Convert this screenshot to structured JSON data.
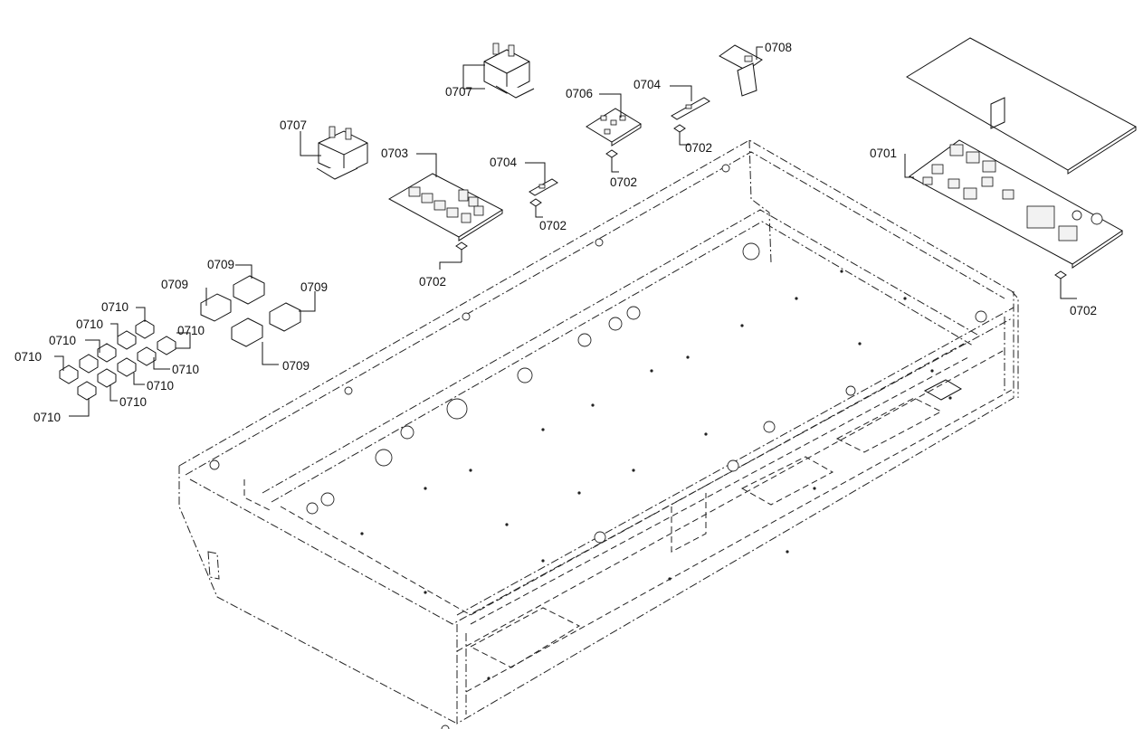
{
  "diagram": {
    "callouts": [
      {
        "id": "c-0707-a",
        "text": "0707"
      },
      {
        "id": "c-0707-b",
        "text": "0707"
      },
      {
        "id": "c-0708",
        "text": "0708"
      },
      {
        "id": "c-0706",
        "text": "0706"
      },
      {
        "id": "c-0704-a",
        "text": "0704"
      },
      {
        "id": "c-0704-b",
        "text": "0704"
      },
      {
        "id": "c-0703",
        "text": "0703"
      },
      {
        "id": "c-0701",
        "text": "0701"
      },
      {
        "id": "c-0702-a",
        "text": "0702"
      },
      {
        "id": "c-0702-b",
        "text": "0702"
      },
      {
        "id": "c-0702-c",
        "text": "0702"
      },
      {
        "id": "c-0702-d",
        "text": "0702"
      },
      {
        "id": "c-0702-e",
        "text": "0702"
      },
      {
        "id": "c-0709-a",
        "text": "0709"
      },
      {
        "id": "c-0709-b",
        "text": "0709"
      },
      {
        "id": "c-0709-c",
        "text": "0709"
      },
      {
        "id": "c-0709-d",
        "text": "0709"
      },
      {
        "id": "c-0710-a",
        "text": "0710"
      },
      {
        "id": "c-0710-b",
        "text": "0710"
      },
      {
        "id": "c-0710-c",
        "text": "0710"
      },
      {
        "id": "c-0710-d",
        "text": "0710"
      },
      {
        "id": "c-0710-e",
        "text": "0710"
      },
      {
        "id": "c-0710-f",
        "text": "0710"
      },
      {
        "id": "c-0710-g",
        "text": "0710"
      },
      {
        "id": "c-0710-h",
        "text": "0710"
      },
      {
        "id": "c-0710-i",
        "text": "0710"
      }
    ]
  }
}
